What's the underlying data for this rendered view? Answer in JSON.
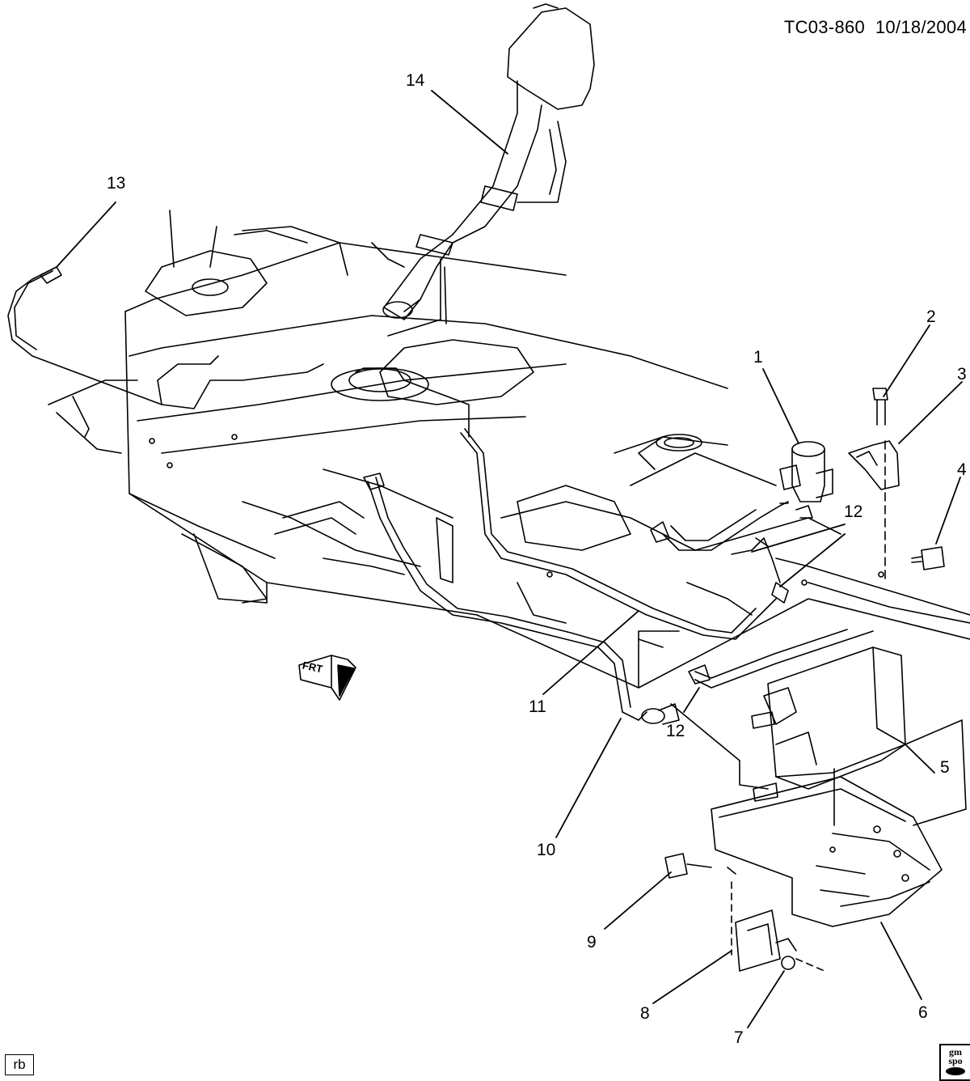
{
  "header": {
    "drawing_id": "TC03-860",
    "date": "10/18/2004"
  },
  "callouts": [
    {
      "id": "callout-1",
      "label": "1"
    },
    {
      "id": "callout-2",
      "label": "2"
    },
    {
      "id": "callout-3",
      "label": "3"
    },
    {
      "id": "callout-4",
      "label": "4"
    },
    {
      "id": "callout-5",
      "label": "5"
    },
    {
      "id": "callout-6",
      "label": "6"
    },
    {
      "id": "callout-7",
      "label": "7"
    },
    {
      "id": "callout-8",
      "label": "8"
    },
    {
      "id": "callout-9",
      "label": "9"
    },
    {
      "id": "callout-10",
      "label": "10"
    },
    {
      "id": "callout-11",
      "label": "11"
    },
    {
      "id": "callout-12a",
      "label": "12"
    },
    {
      "id": "callout-12b",
      "label": "12"
    },
    {
      "id": "callout-13",
      "label": "13"
    },
    {
      "id": "callout-14",
      "label": "14"
    }
  ],
  "front_arrow": {
    "label": "FRT"
  },
  "footer": {
    "initials": "rb",
    "logo_line1": "gm",
    "logo_line2": "spo"
  }
}
